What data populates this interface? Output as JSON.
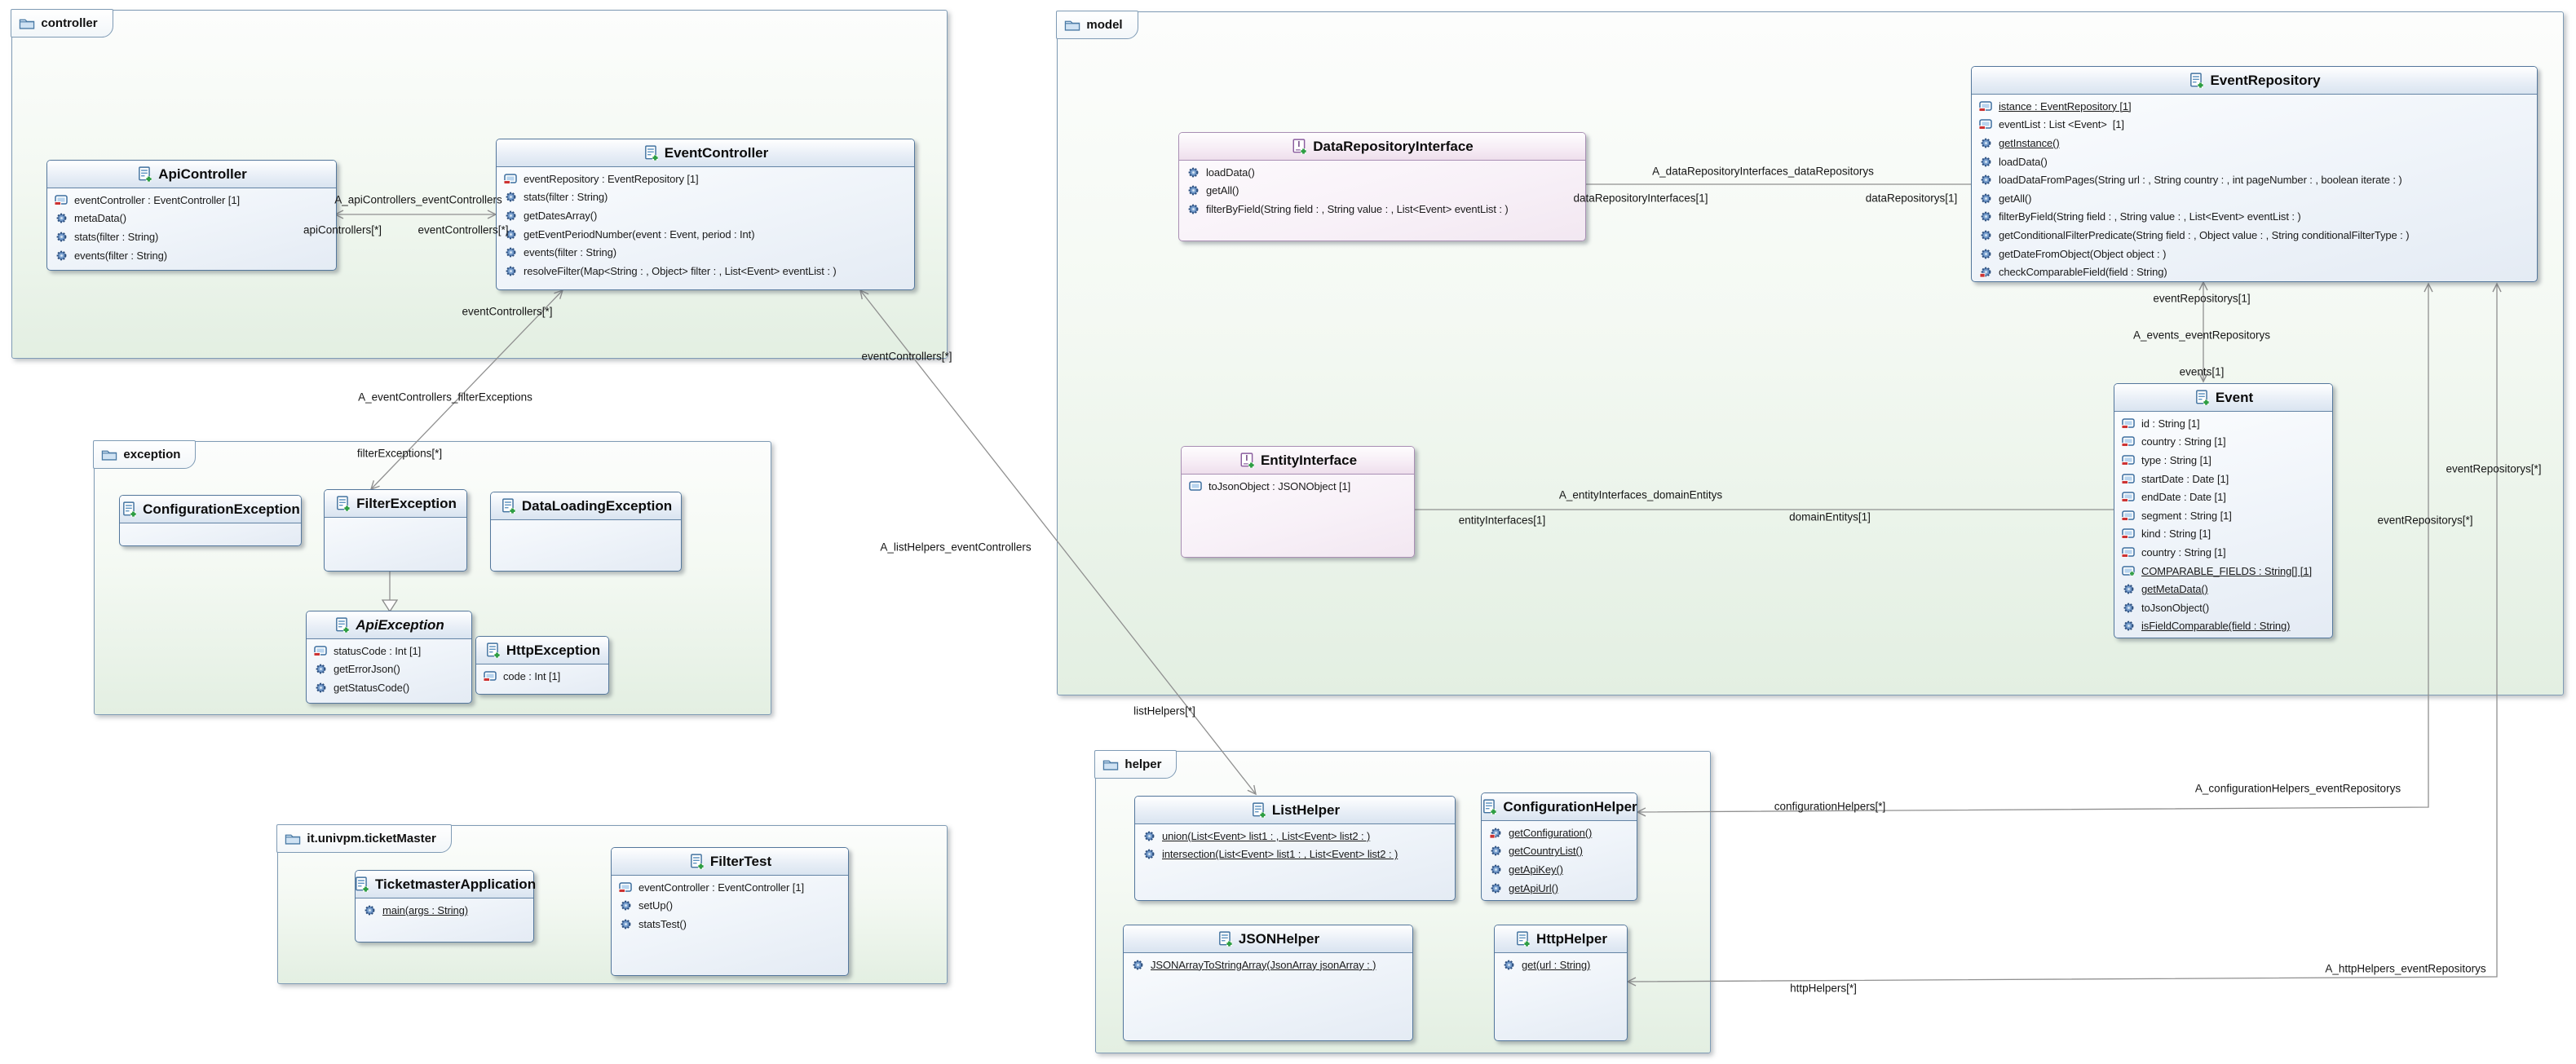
{
  "packages": {
    "controller": "controller",
    "exception": "exception",
    "ticketmaster": "it.univpm.ticketMaster",
    "model": "model",
    "helper": "helper"
  },
  "classes": {
    "apiController": {
      "title": "ApiController",
      "members": [
        "eventController : EventController [1]",
        "metaData()",
        "stats(filter : String)",
        "events(filter : String)"
      ]
    },
    "eventController": {
      "title": "EventController",
      "members": [
        "eventRepository : EventRepository [1]",
        "stats(filter : String)",
        "getDatesArray()",
        "getEventPeriodNumber(event : Event, period : Int)",
        "events(filter : String)",
        "resolveFilter(Map<String : , Object> filter : , List<Event> eventList : )"
      ]
    },
    "dataRepositoryInterface": {
      "title": "DataRepositoryInterface",
      "members": [
        "loadData()",
        "getAll()",
        "filterByField(String field : , String value : , List<Event> eventList : )"
      ]
    },
    "eventRepository": {
      "title": "EventRepository",
      "members": [
        "istance : EventRepository [1]",
        "eventList : List <Event>  [1]",
        "getInstance()",
        "loadData()",
        "loadDataFromPages(String url : , String country : , int pageNumber : , boolean iterate : )",
        "getAll()",
        "filterByField(String field : , String value : , List<Event> eventList : )",
        "getConditionalFilterPredicate(String field : , Object value : , String conditionalFilterType : )",
        "getDateFromObject(Object object : )",
        "checkComparableField(field : String)"
      ]
    },
    "entityInterface": {
      "title": "EntityInterface",
      "members": [
        "toJsonObject : JSONObject [1]"
      ]
    },
    "event": {
      "title": "Event",
      "members": [
        "id : String [1]",
        "country : String [1]",
        "type : String [1]",
        "startDate : Date [1]",
        "endDate : Date [1]",
        "segment : String [1]",
        "kind : String [1]",
        "country : String [1]",
        "COMPARABLE_FIELDS : String[] [1]",
        "getMetaData()",
        "toJsonObject()",
        "isFieldComparable(field : String)"
      ]
    },
    "configurationException": {
      "title": "ConfigurationException",
      "members": []
    },
    "filterException": {
      "title": "FilterException",
      "members": []
    },
    "dataLoadingException": {
      "title": "DataLoadingException",
      "members": []
    },
    "apiException": {
      "title": "ApiException",
      "members": [
        "statusCode : Int [1]",
        "getErrorJson()",
        "getStatusCode()"
      ]
    },
    "httpException": {
      "title": "HttpException",
      "members": [
        "code : Int [1]"
      ]
    },
    "ticketmasterApplication": {
      "title": "TicketmasterApplication",
      "members": [
        "main(args : String)"
      ]
    },
    "filterTest": {
      "title": "FilterTest",
      "members": [
        "eventController : EventController [1]",
        "setUp()",
        "statsTest()"
      ]
    },
    "listHelper": {
      "title": "ListHelper",
      "members": [
        "union(List<Event> list1 : , List<Event> list2 : )",
        "intersection(List<Event> list1 : , List<Event> list2 : )"
      ]
    },
    "configurationHelper": {
      "title": "ConfigurationHelper",
      "members": [
        "getConfiguration()",
        "getCountryList()",
        "getApiKey()",
        "getApiUrl()"
      ]
    },
    "jsonHelper": {
      "title": "JSONHelper",
      "members": [
        "JSONArrayToStringArray(JsonArray jsonArray : )"
      ]
    },
    "httpHelper": {
      "title": "HttpHelper",
      "members": [
        "get(url : String)"
      ]
    }
  },
  "relationLabels": [
    "A_apiControllers_eventControllers",
    "apiControllers[*]",
    "eventControllers[*]",
    "eventControllers[*]",
    "A_eventControllers_filterExceptions",
    "filterExceptions[*]",
    "eventControllers[*]",
    "A_listHelpers_eventControllers",
    "listHelpers[*]",
    "A_dataRepositoryInterfaces_dataRepositorys",
    "dataRepositoryInterfaces[1]",
    "dataRepositorys[1]",
    "A_entityInterfaces_domainEntitys",
    "entityInterfaces[1]",
    "domainEntitys[1]",
    "eventRepositorys[1]",
    "A_events_eventRepositorys",
    "events[1]",
    "eventRepositorys[*]",
    "eventRepositorys[*]",
    "A_configurationHelpers_eventRepositorys",
    "configurationHelpers[*]",
    "A_httpHelpers_eventRepositorys",
    "httpHelpers[*]"
  ],
  "icons": {
    "folder-icon": "package folder",
    "class-icon": "class box with green plus",
    "interface-icon": "I badge with green plus",
    "private-attribute-icon": "blue rect with red minus",
    "public-attribute-icon": "blue rect",
    "static-public-attribute-icon": "blue rect with green plus",
    "public-operation-icon": "blue gear",
    "private-operation-icon": "blue gear with red square"
  },
  "colors": {
    "package_fill": "#e3efe2",
    "package_border": "#7f9bb5",
    "class_border": "#54779c",
    "class_header": "#d9e4f0",
    "interface_border": "#a98fb4",
    "interface_header": "#eedfec",
    "line": "#8f8f8f",
    "static_green": "#2f9e44",
    "private_red": "#cc3333"
  }
}
